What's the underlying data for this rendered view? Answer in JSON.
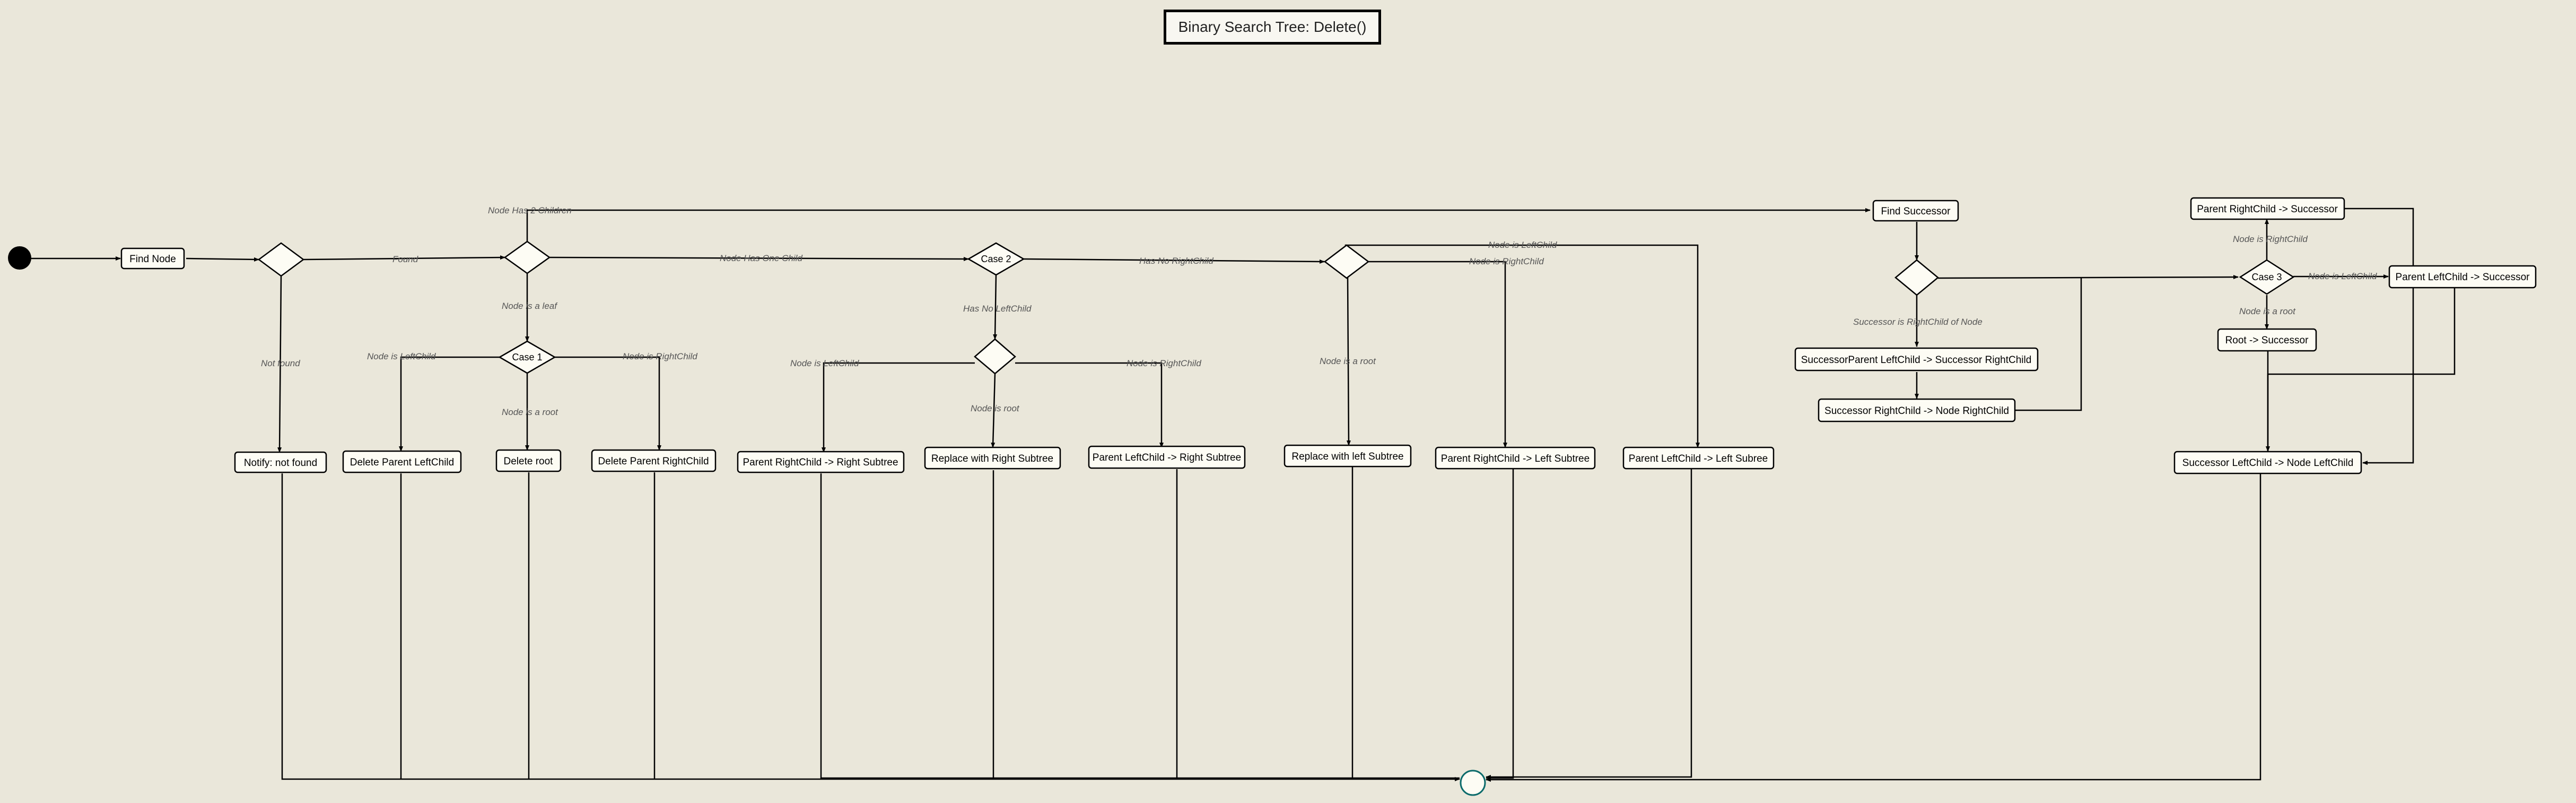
{
  "title": "Binary Search Tree: Delete()",
  "nodes": {
    "find_node": "Find Node",
    "case1": "Case 1",
    "case2": "Case 2",
    "case3": "Case 3",
    "notify_not_found": "Notify: not found",
    "delete_parent_leftchild": "Delete Parent LeftChild",
    "delete_root": "Delete root",
    "delete_parent_rightchild": "Delete Parent RightChild",
    "parent_rightchild_right_subtree": "Parent RightChild -> Right Subtree",
    "replace_with_right_subtree": "Replace with Right Subtree",
    "parent_leftchild_right_subtree": "Parent LeftChild -> Right Subtree",
    "replace_with_left_subtree": "Replace with left Subtree",
    "parent_rightchild_left_subtree": "Parent RightChild -> Left Subtree",
    "parent_leftchild_left_subtree": "Parent LeftChild -> Left Subree",
    "find_successor": "Find Successor",
    "successorparent_leftchild": "SuccessorParent LeftChild -> Successor RightChild",
    "successor_rightchild_node_rightchild": "Successor RightChild -> Node RightChild",
    "parent_rightchild_successor": "Parent RightChild -> Successor",
    "parent_leftchild_successor": "Parent LeftChild -> Successor",
    "root_successor": "Root -> Successor",
    "successor_leftchild_node_leftchild": "Successor LeftChild -> Node LeftChild"
  },
  "edge_labels": {
    "node_has_2_children": "Node Has 2 Children",
    "found": "Found",
    "not_found": "Not found",
    "node_has_one_child": "Node Has One Child",
    "node_is_a_leaf": "Node is a leaf",
    "c1_node_is_leftchild": "Node is LeftChild",
    "c1_node_is_rightchild": "Node is RightChild",
    "c1_node_is_a_root": "Node is a root",
    "has_no_rightchild": "Has No RightChild",
    "has_no_leftchild": "Has No LeftChild",
    "c2_node_is_leftchild": "Node is LeftChild",
    "c2_node_is_rightchild": "Node is RightChild",
    "c2_node_is_root": "Node is root",
    "d4_node_is_leftchild": "Node is LeftChild",
    "d4_node_is_rightchild": "Node is RightChild",
    "d4_node_is_a_root": "Node is a root",
    "successor_is_rightchild_of_node": "Successor is RightChild of Node",
    "c3_node_is_rightchild": "Node is RightChild",
    "c3_node_is_leftchild": "Node is LeftChild",
    "c3_node_is_a_root": "Node is a root"
  }
}
